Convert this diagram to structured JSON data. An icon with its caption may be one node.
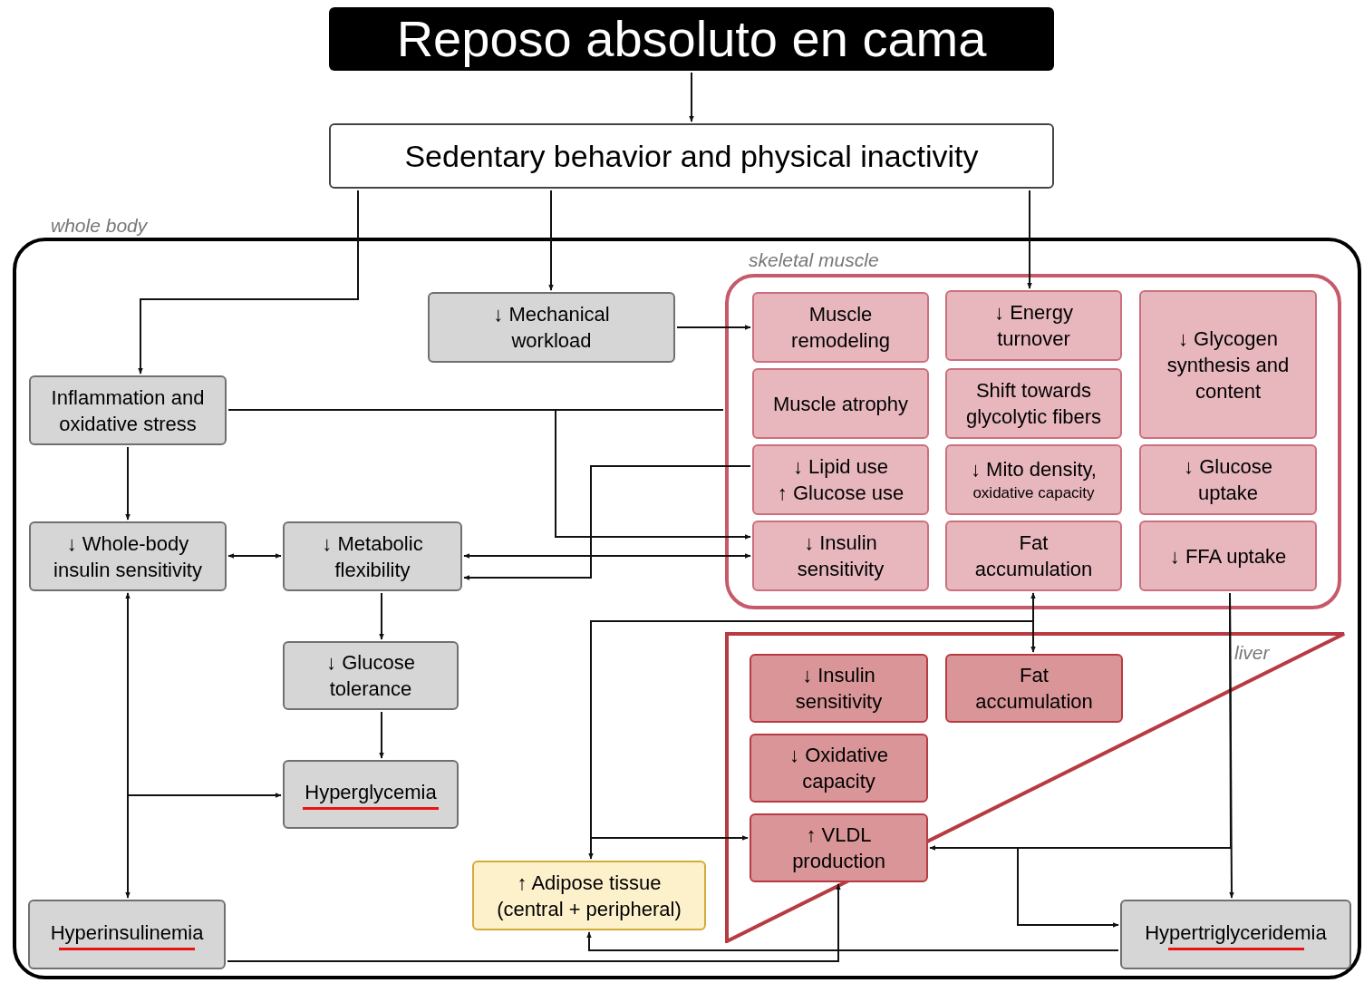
{
  "diagram": {
    "nodes": [
      {
        "text": [
          "Reposo absoluto en cama"
        ]
      },
      {
        "text": [
          "Sedentary behavior and physical inactivity"
        ]
      },
      {
        "text": [
          "whole body"
        ]
      },
      {
        "text": [
          "skeletal muscle"
        ],
        "in": 2
      },
      {
        "text": [
          "Muscle remodeling"
        ],
        "in": 3
      },
      {
        "text": [
          "↓ Energy turnover"
        ],
        "in": 3
      },
      {
        "text": [
          "↓ Glycogen synthesis and content"
        ],
        "in": 3
      },
      {
        "text": [
          "Muscle atrophy"
        ],
        "in": 3
      },
      {
        "text": [
          "Shift towards glycolytic fibers"
        ],
        "in": 3
      },
      {
        "text": [
          "↓ Lipid use",
          "↑ Glucose use"
        ],
        "in": 3
      },
      {
        "text": [
          "↓  Mito density,",
          "oxidative capacity"
        ],
        "in": 3
      },
      {
        "text": [
          "↓ Glucose uptake"
        ],
        "in": 3
      },
      {
        "text": [
          "↓ Insulin sensitivity"
        ],
        "in": 3
      },
      {
        "text": [
          "Fat accumulation"
        ],
        "in": 3
      },
      {
        "text": [
          "↓ FFA uptake"
        ],
        "in": 3
      },
      {
        "text": [
          "liver"
        ],
        "in": 2
      },
      {
        "text": [
          "↓ Insulin sensitivity"
        ],
        "in": 15
      },
      {
        "text": [
          "Fat accumulation"
        ],
        "in": 15
      },
      {
        "text": [
          "↓ Oxidative capacity"
        ],
        "in": 15
      },
      {
        "text": [
          "↑ VLDL production"
        ],
        "in": 15
      },
      {
        "text": [
          "Inflammation and oxidative stress"
        ],
        "in": 2
      },
      {
        "text": [
          "↓ Mechanical workload"
        ],
        "in": 2
      },
      {
        "text": [
          "↓ Whole-body insulin sensitivity"
        ],
        "in": 2
      },
      {
        "text": [
          "↓ Metabolic flexibility"
        ],
        "in": 2
      },
      {
        "text": [
          "↓ Glucose tolerance"
        ],
        "in": 2
      },
      {
        "text": [
          "Hyperglycemia"
        ],
        "in": 2
      },
      {
        "text": [
          "Hyperinsulinemia"
        ],
        "in": 2
      },
      {
        "text": [
          "↑ Adipose tissue (central + peripheral)"
        ],
        "in": 2
      },
      {
        "text": [
          "Hypertriglyceridemia"
        ],
        "in": 2
      }
    ],
    "edges": [
      {
        "from": 0,
        "to": 1,
        "arrow": "to"
      },
      {
        "from": 1,
        "to": 20,
        "arrow": "to"
      },
      {
        "from": 1,
        "to": 21,
        "arrow": "to"
      },
      {
        "from": 1,
        "to": 5,
        "arrow": "to"
      },
      {
        "from": 21,
        "to": 4,
        "arrow": "to"
      },
      {
        "from": 20,
        "to": 3,
        "arrow": "none"
      },
      {
        "from": 20,
        "to": 12,
        "arrow": "to"
      },
      {
        "from": 20,
        "to": 22,
        "arrow": "to"
      },
      {
        "from": 22,
        "to": 23,
        "arrow": "both"
      },
      {
        "from": 23,
        "to": 12,
        "arrow": "both"
      },
      {
        "from": 9,
        "to": 23,
        "arrow": "to"
      },
      {
        "from": 23,
        "to": 24,
        "arrow": "to"
      },
      {
        "from": 24,
        "to": 25,
        "arrow": "to"
      },
      {
        "from": 22,
        "to": 26,
        "arrow": "both"
      },
      {
        "from": 26,
        "to": 25,
        "arrow": "to"
      },
      {
        "from": 13,
        "to": 17,
        "arrow": "both"
      },
      {
        "from": 13,
        "to": 27,
        "arrow": "to"
      },
      {
        "from": 13,
        "to": 19,
        "arrow": "to"
      },
      {
        "from": 14,
        "to": 28,
        "arrow": "to"
      },
      {
        "from": 14,
        "to": 19,
        "arrow": "to"
      },
      {
        "from": 19,
        "to": 28,
        "arrow": "to"
      },
      {
        "from": 28,
        "to": 27,
        "arrow": "to"
      },
      {
        "from": 26,
        "to": 19,
        "arrow": "to"
      }
    ]
  }
}
